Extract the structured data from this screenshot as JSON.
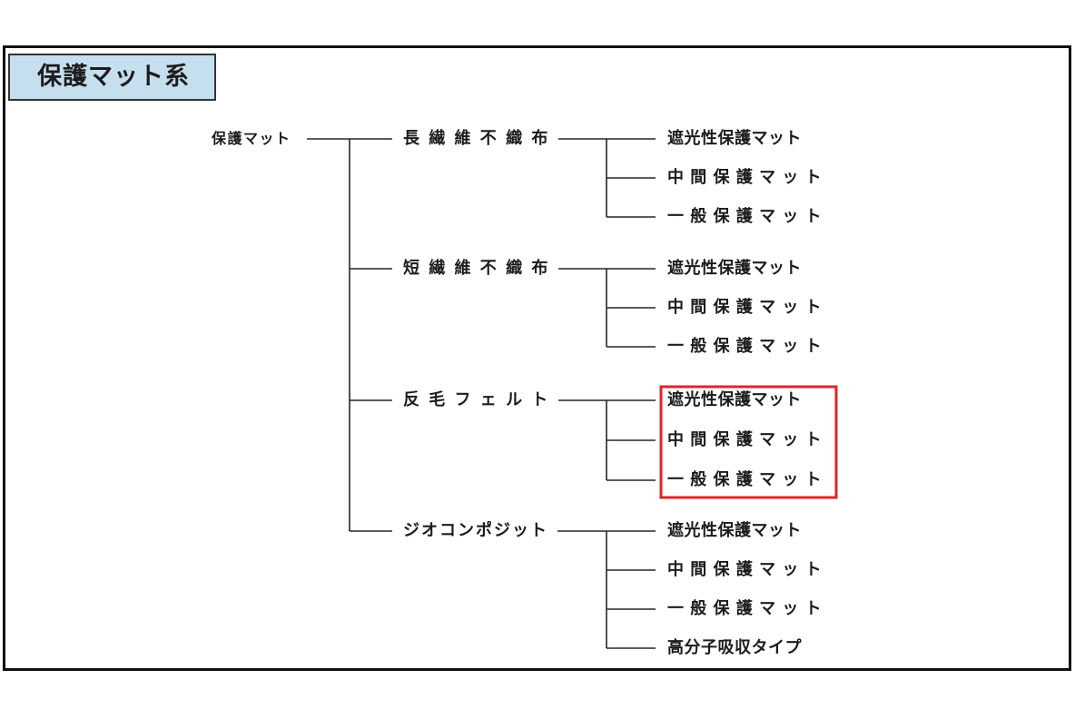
{
  "title": "保護マット系",
  "root": {
    "label": "保護マット"
  },
  "categories": [
    {
      "label": "長 繊 維 不 織 布",
      "children": [
        {
          "label": "遮光性保護マット"
        },
        {
          "label": "中 間 保 護 マ ッ ト"
        },
        {
          "label": "一 般 保 護 マ ッ ト"
        }
      ]
    },
    {
      "label": "短 繊 維 不 織 布",
      "children": [
        {
          "label": "遮光性保護マット"
        },
        {
          "label": "中 間 保 護 マ ッ ト"
        },
        {
          "label": "一 般 保 護 マ ッ ト"
        }
      ]
    },
    {
      "label": "反 毛 フ ェ ル ト",
      "children": [
        {
          "label": "遮光性保護マット"
        },
        {
          "label": "中 間 保 護 マ ッ ト"
        },
        {
          "label": "一 般 保 護 マ ッ ト"
        }
      ]
    },
    {
      "label": "ジオコンポジット",
      "children": [
        {
          "label": "遮光性保護マット"
        },
        {
          "label": "中 間 保 護 マ ッ ト"
        },
        {
          "label": "一 般 保 護 マ ッ ト"
        },
        {
          "label": "高分子吸収タイプ"
        }
      ]
    }
  ],
  "colors": {
    "title_fill": "#c6dfef",
    "highlight": "#e02424",
    "line": "#262626"
  }
}
